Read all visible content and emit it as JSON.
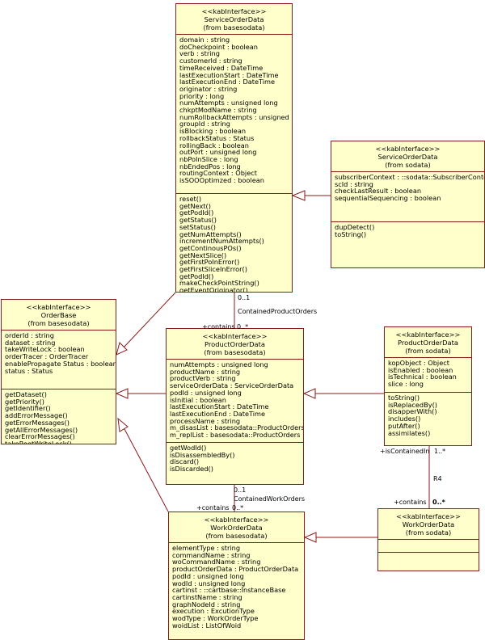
{
  "colors": {
    "box_fill": "#ffffcc",
    "border": "#8b1a1a"
  },
  "classes": {
    "service_base": {
      "stereotype": "<<kabInterface>>",
      "name": "ServiceOrderData",
      "from": "(from basesodata)",
      "attributes": [
        "domain : string",
        "doCheckpoint : boolean",
        "verb : string",
        "customerId : string",
        "timeReceived : DateTime",
        "lastExecutionStart : DateTime",
        "lastExecutionEnd : DateTime",
        "originator : string",
        "priority : long",
        "numAttempts : unsigned long",
        "chkptModName : string",
        "numRollbackAttempts : unsigned long",
        "groupId : string",
        "isBlocking : boolean",
        "rollbackStatus : Status",
        "rollingBack : boolean",
        "outPort : unsigned long",
        "nbPoInSlice : long",
        "nbEndedPos : long",
        "routingContext : Object",
        "isSOOOptimzed : boolean"
      ],
      "operations": [
        "reset()",
        "getNext()",
        "getPodId()",
        "getStatus()",
        "setStatus()",
        "getNumAttempts()",
        "incrementNumAttempts()",
        "getContinousPOs()",
        "getNextSlice()",
        "getFirstPoInError()",
        "getFirstSliceInError()",
        "getPodId()",
        "makeCheckPointString()",
        "getEventOriginator()"
      ]
    },
    "service_sodata": {
      "stereotype": "<<kabInterface>>",
      "name": "ServiceOrderData",
      "from": "(from sodata)",
      "attributes": [
        "subscriberContext : ::sodata::SubscriberContext",
        "scId : string",
        "checkLastResult : boolean",
        "sequentialSequencing : boolean"
      ],
      "operations": [
        "dupDetect()",
        "toString()"
      ]
    },
    "order_base": {
      "stereotype": "<<kabInterface>>",
      "name": "OrderBase",
      "from": "(from basesodata)",
      "attributes": [
        "orderId : string",
        "dataset : string",
        "takeWriteLock : boolean",
        "orderTracer : OrderTracer",
        "enablePropagate Status : boolean",
        "status : Status"
      ],
      "operations": [
        "getDataset()",
        "getPriority()",
        "getIdentifier()",
        "addErrorMessage()",
        "getErrorMessages()",
        "getAllErrorMessages()",
        "clearErrorMessages()",
        "takeRootWriteLock()"
      ]
    },
    "product_base": {
      "stereotype": "<<kabInterface>>",
      "name": "ProductOrderData",
      "from": "(from basesodata)",
      "attributes": [
        "numAttempts : unsigned long",
        "productName : string",
        "productVerb : string",
        "serviceOrderData : ServiceOrderData",
        "podId : unsigned long",
        "isInitial : boolean",
        "lastExecutionStart : DateTime",
        "lastExecutionEnd : DateTime",
        "processName : string",
        "m_disasList : basesodata::ProductOrders",
        "m_replList : basesodata::ProductOrders"
      ],
      "operations": [
        "getWodId()",
        "isDisassembledBy()",
        "discard()",
        "isDiscarded()"
      ]
    },
    "product_sodata": {
      "stereotype": "<<kabInterface>>",
      "name": "ProductOrderData",
      "from": "(from sodata)",
      "attributes": [
        "kopObject : Object",
        "isEnabled : boolean",
        "isTechnical : boolean",
        "slice : long"
      ],
      "operations": [
        "toString()",
        "isReplacedBy()",
        "disapperWith()",
        "includes()",
        "putAfter()",
        "assimilates()"
      ]
    },
    "work_base": {
      "stereotype": "<<kabInterface>>",
      "name": "WorkOrderData",
      "from": "(from basesodata)",
      "attributes": [
        "elementType : string",
        "commandName : string",
        "woCommandName : string",
        "productOrderData : ProductOrderData",
        "podId : unsigned long",
        "wodId : unsigned long",
        "cartinst : ::cartbase::InstanceBase",
        "cartinstName : string",
        "graphNodeId : string",
        "execution : ExcutionType",
        "wodType : WorkOrderType",
        "woidList : ListOfWoid"
      ],
      "operations": []
    },
    "work_sodata": {
      "stereotype": "<<kabInterface>>",
      "name": "WorkOrderData",
      "from": "(from sodata)",
      "attributes": [],
      "operations": []
    }
  },
  "labels": {
    "so_mult": "0..1",
    "so_assoc": "ContainedProductOrders",
    "po_contains": "+contains",
    "po_mult": "0..*",
    "po_mult2": "0..1",
    "po_assoc": "ContainedWorkOrders",
    "wo_contains": "+contains",
    "wo_mult": "0..*",
    "contained_in": "+isContainedIn",
    "contained_in_mult": "1..*",
    "r4": "R4",
    "contains_right": "+contains",
    "contains_right_mult": "0..*"
  }
}
